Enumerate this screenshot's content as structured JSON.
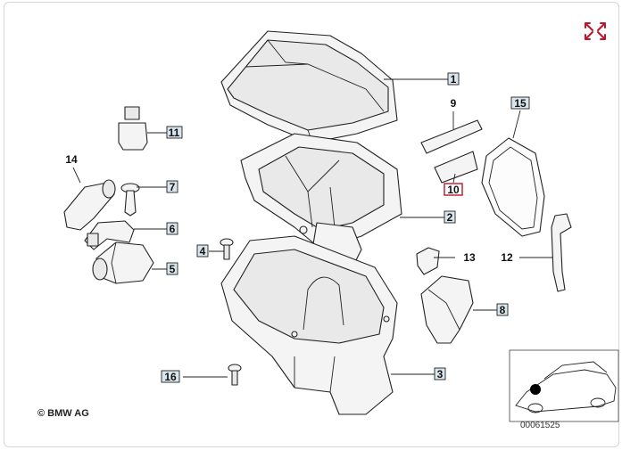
{
  "diagram": {
    "copyright": "© BMW AG",
    "diagram_id": "00061525",
    "expand_icon": "expand-arrows-icon",
    "callouts": [
      {
        "number": "1",
        "boxed": true,
        "highlight": false
      },
      {
        "number": "2",
        "boxed": true,
        "highlight": false
      },
      {
        "number": "3",
        "boxed": true,
        "highlight": false
      },
      {
        "number": "4",
        "boxed": true,
        "highlight": false
      },
      {
        "number": "5",
        "boxed": true,
        "highlight": false
      },
      {
        "number": "6",
        "boxed": true,
        "highlight": false
      },
      {
        "number": "7",
        "boxed": true,
        "highlight": false
      },
      {
        "number": "8",
        "boxed": true,
        "highlight": false
      },
      {
        "number": "9",
        "boxed": false,
        "highlight": false
      },
      {
        "number": "10",
        "boxed": true,
        "highlight": true
      },
      {
        "number": "11",
        "boxed": true,
        "highlight": false
      },
      {
        "number": "12",
        "boxed": false,
        "highlight": false
      },
      {
        "number": "13",
        "boxed": false,
        "highlight": false
      },
      {
        "number": "14",
        "boxed": false,
        "highlight": false
      },
      {
        "number": "15",
        "boxed": true,
        "highlight": false
      },
      {
        "number": "16",
        "boxed": true,
        "highlight": false
      }
    ],
    "colors": {
      "highlight": "#c0142b",
      "label_box": "#d9e6ee"
    }
  }
}
